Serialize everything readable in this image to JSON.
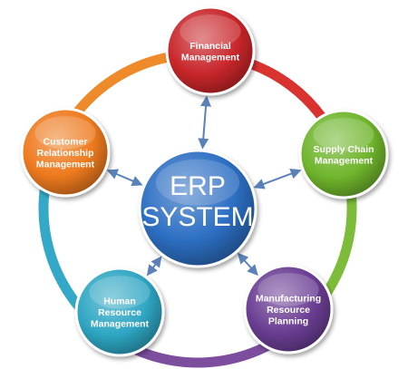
{
  "center": {
    "lines": [
      "ERP",
      "SYSTEM"
    ],
    "color": "#2d6fc3"
  },
  "nodes": [
    {
      "id": "financial-management",
      "lines": [
        "Financial",
        "Management"
      ],
      "color": "#c8262a"
    },
    {
      "id": "supply-chain-management",
      "lines": [
        "Supply Chain",
        "Management"
      ],
      "color": "#6fb52c"
    },
    {
      "id": "manufacturing-resource-planning",
      "lines": [
        "Manufacturing",
        "Resource",
        "Planning"
      ],
      "color": "#6a3d93"
    },
    {
      "id": "human-resource-management",
      "lines": [
        "Human",
        "Resource",
        "Management"
      ],
      "color": "#2ea6c3"
    },
    {
      "id": "customer-relationship-management",
      "lines": [
        "Customer",
        "Relationship",
        "Management"
      ],
      "color": "#ee7a1e"
    }
  ],
  "ring_colors": [
    "#d8332f",
    "#7cbc38",
    "#7d4d9e",
    "#34a9c7",
    "#ef8a2b"
  ],
  "arrow_color": "#5b82b8"
}
